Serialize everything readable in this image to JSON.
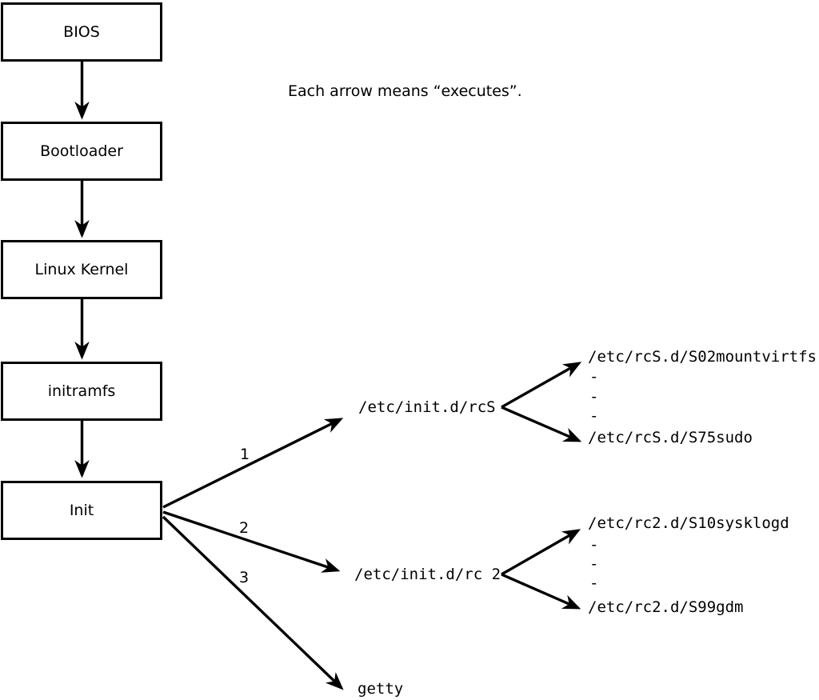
{
  "note": "Each arrow means “executes”.",
  "boxes": [
    {
      "label": "BIOS"
    },
    {
      "label": "Bootloader"
    },
    {
      "label": "Linux Kernel"
    },
    {
      "label": "initramfs"
    },
    {
      "label": "Init"
    }
  ],
  "forks": [
    {
      "arrow_number": "1",
      "script": "/etc/init.d/rcS",
      "first_entry": "/etc/rcS.d/S02mountvirtfs",
      "ellipsis": [
        "-",
        "-",
        "-"
      ],
      "last_entry": "/etc/rcS.d/S75sudo"
    },
    {
      "arrow_number": "2",
      "script": "/etc/init.d/rc 2",
      "first_entry": "/etc/rc2.d/S10sysklogd",
      "ellipsis": [
        "-",
        "-",
        "-"
      ],
      "last_entry": "/etc/rc2.d/S99gdm"
    },
    {
      "arrow_number": "3",
      "script": "getty"
    }
  ],
  "colors": {
    "line": "#000000",
    "background": "#ffffff"
  }
}
